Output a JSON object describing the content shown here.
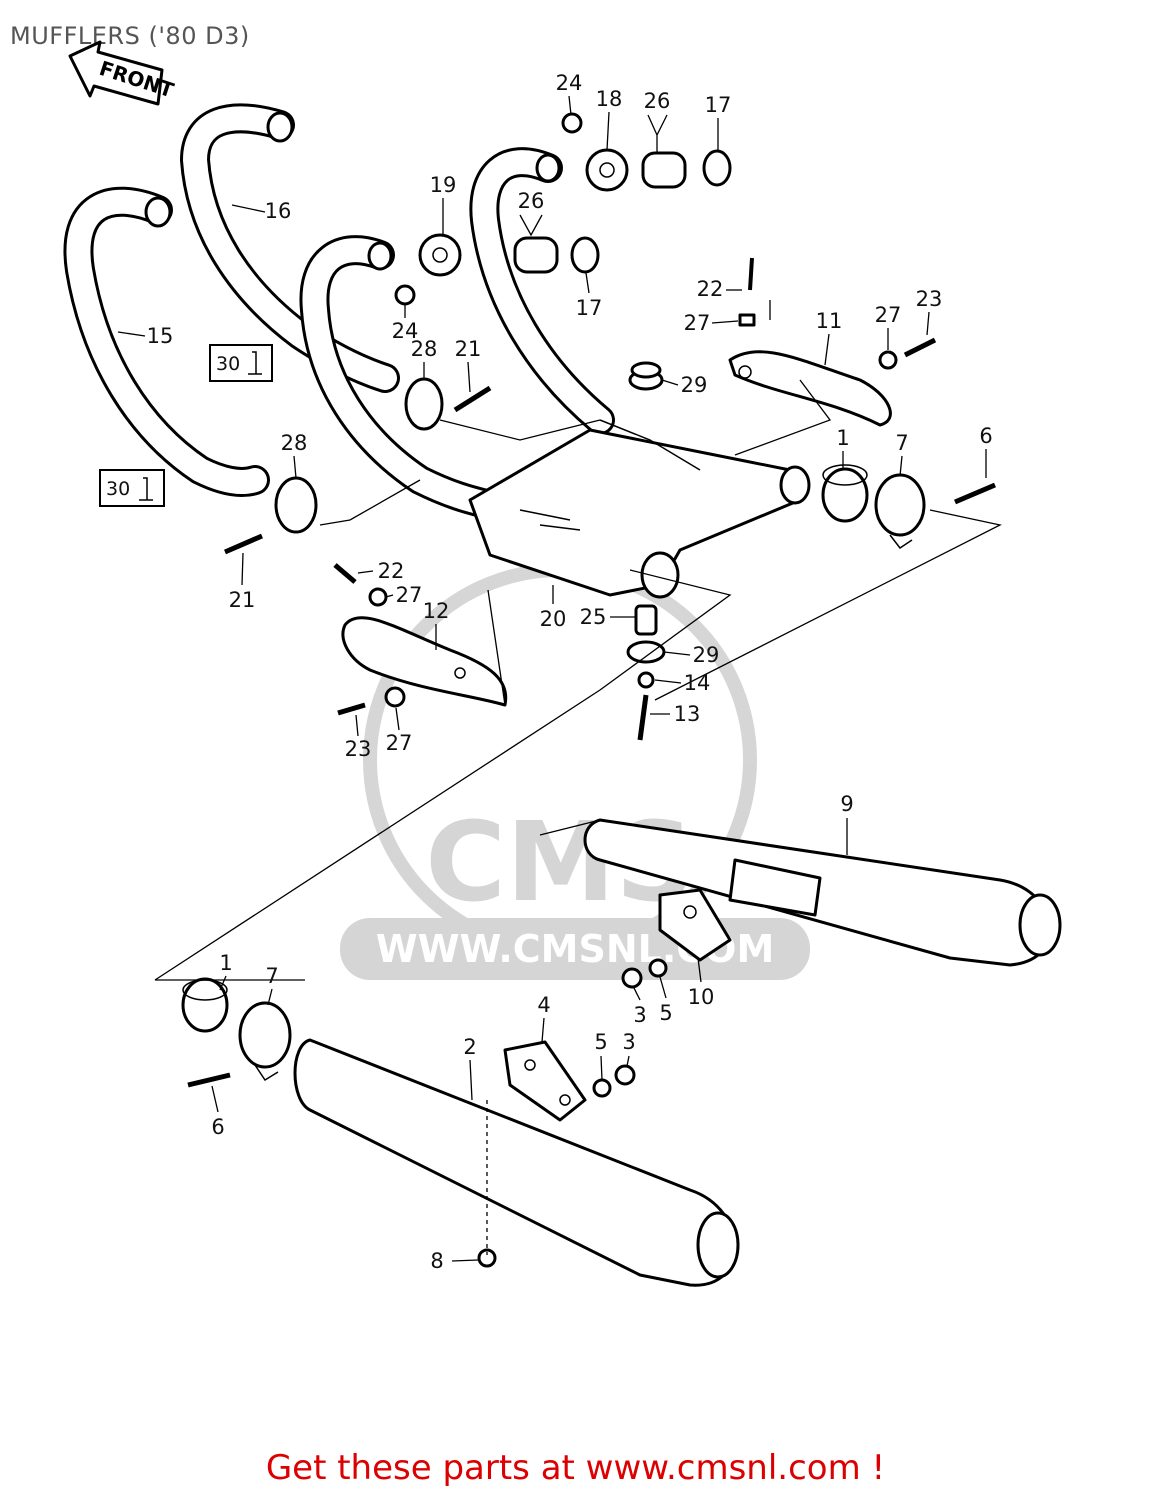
{
  "page": {
    "title": "MUFFLERS ('80 D3)"
  },
  "front_marker": "FRONT",
  "watermark": {
    "url_text": "WWW.CMSNL.COM",
    "logo_text": "CMS"
  },
  "callouts": {
    "c1a": "1",
    "c1b": "1",
    "c2": "2",
    "c3a": "3",
    "c3b": "3",
    "c4": "4",
    "c5a": "5",
    "c5b": "5",
    "c6a": "6",
    "c6b": "6",
    "c7a": "7",
    "c7b": "7",
    "c8": "8",
    "c9": "9",
    "c10": "10",
    "c11": "11",
    "c12": "12",
    "c13": "13",
    "c14": "14",
    "c15": "15",
    "c16": "16",
    "c17a": "17",
    "c17b": "17",
    "c18": "18",
    "c19": "19",
    "c20": "20",
    "c21a": "21",
    "c21b": "21",
    "c22a": "22",
    "c22b": "22",
    "c23a": "23",
    "c23b": "23",
    "c24a": "24",
    "c24b": "24",
    "c25": "25",
    "c26a": "26",
    "c26b": "26",
    "c27a": "27",
    "c27b": "27",
    "c27c": "27",
    "c27d": "27",
    "c28a": "28",
    "c28b": "28",
    "c29a": "29",
    "c29b": "29",
    "c30a": "30",
    "c30b": "30"
  },
  "cta": {
    "text": "Get these parts at www.cmsnl.com !",
    "color": "#dd0000"
  }
}
